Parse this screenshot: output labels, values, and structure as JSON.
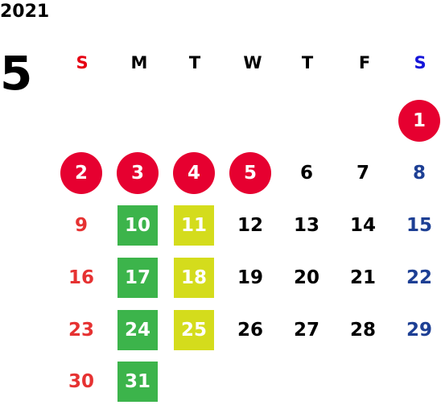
{
  "year": "2021",
  "month": "5",
  "weekdays": [
    "S",
    "M",
    "T",
    "W",
    "T",
    "F",
    "S"
  ],
  "days": {
    "d1": "1",
    "d2": "2",
    "d3": "3",
    "d4": "4",
    "d5": "5",
    "d6": "6",
    "d7": "7",
    "d8": "8",
    "d9": "9",
    "d10": "10",
    "d11": "11",
    "d12": "12",
    "d13": "13",
    "d14": "14",
    "d15": "15",
    "d16": "16",
    "d17": "17",
    "d18": "18",
    "d19": "19",
    "d20": "20",
    "d21": "21",
    "d22": "22",
    "d23": "23",
    "d24": "24",
    "d25": "25",
    "d26": "26",
    "d27": "27",
    "d28": "28",
    "d29": "29",
    "d30": "30",
    "d31": "31"
  },
  "highlights": {
    "holiday_circle": [
      "1",
      "2",
      "3",
      "4",
      "5"
    ],
    "green_square": [
      "10",
      "17",
      "24",
      "31"
    ],
    "lime_square": [
      "11",
      "18",
      "25"
    ]
  },
  "colors": {
    "holiday_circle": "#e60030",
    "green_square": "#3cb44b",
    "lime_square": "#d4dc1c",
    "sunday_text": "#e63232",
    "saturday_text": "#1d3f94",
    "saturday_header": "#1515d9",
    "sunday_header": "#e60012"
  }
}
